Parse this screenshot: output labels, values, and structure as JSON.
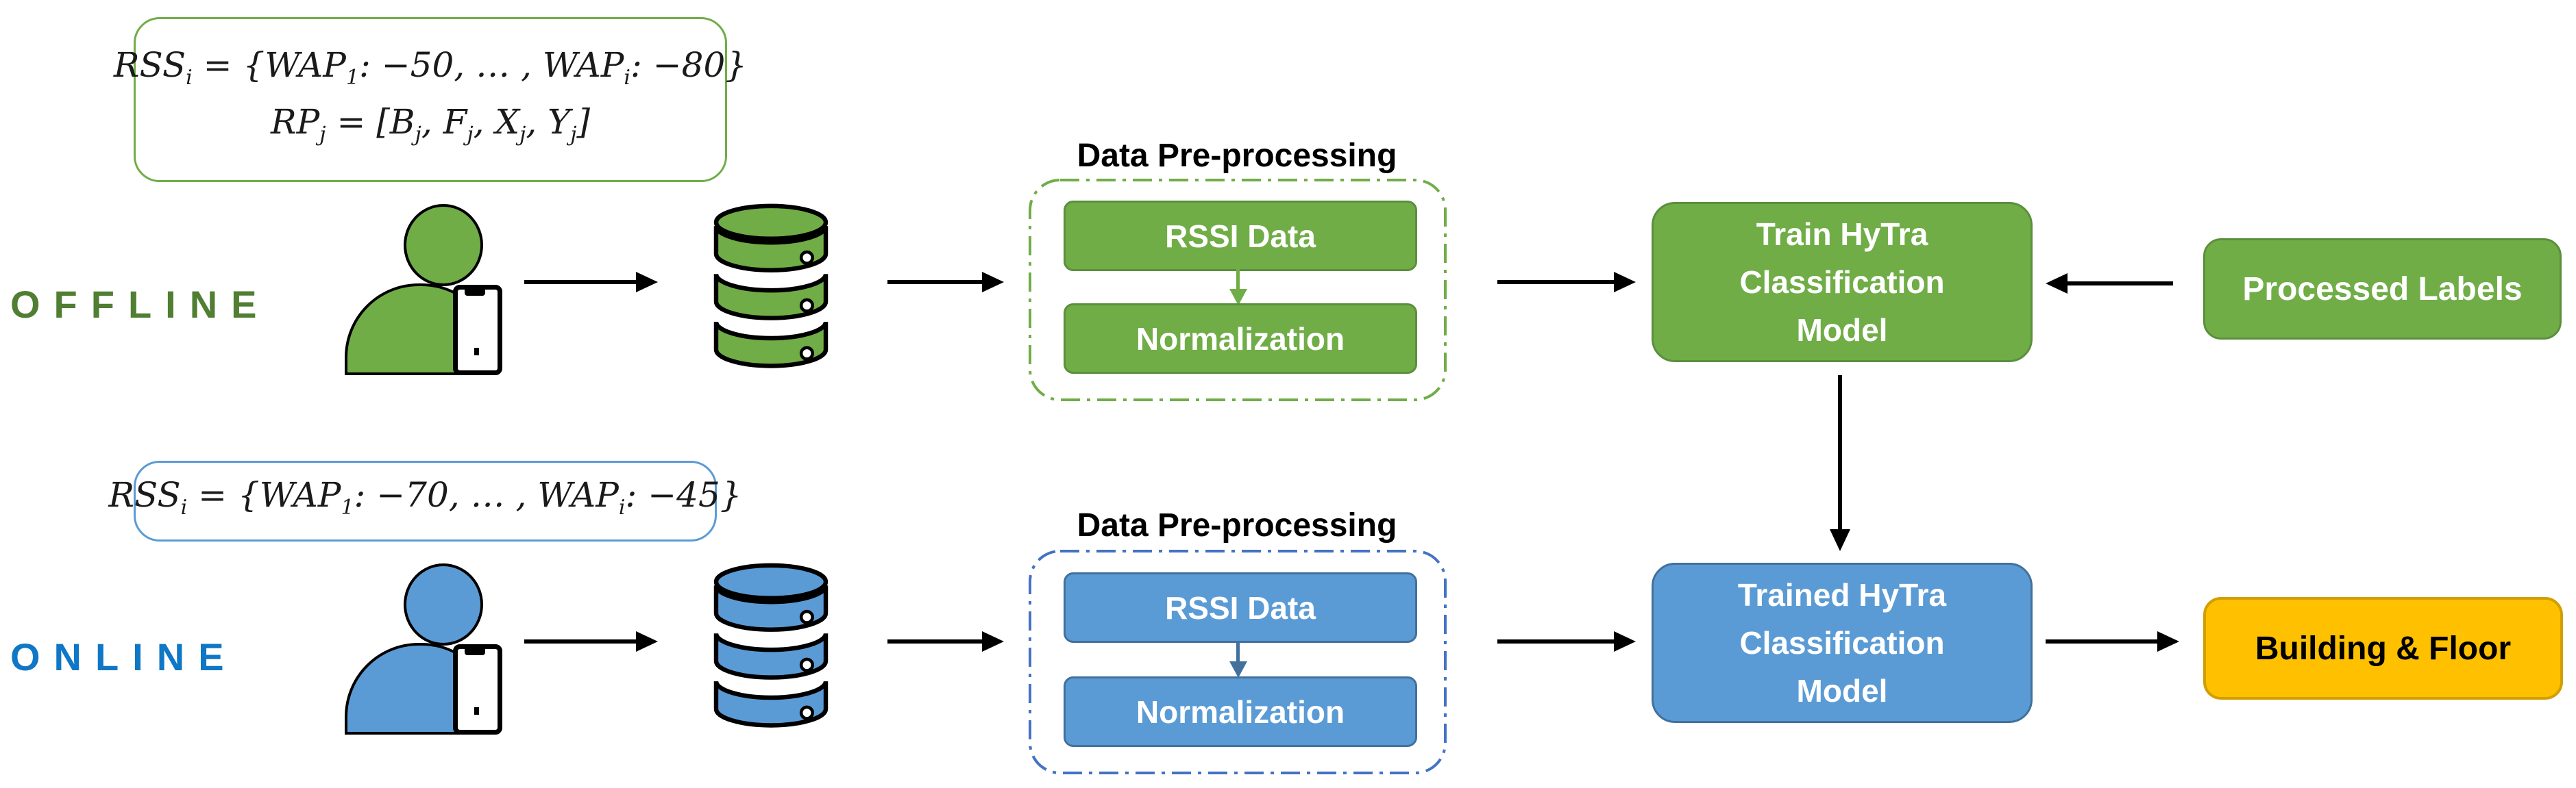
{
  "figure": {
    "description": "Two-stage (offline/online) indoor localization pipeline diagram for HyTra classification",
    "colors": {
      "green": "#70AD47",
      "green_border": "#5B8F3C",
      "green_label_text": "#507E32",
      "blue": "#5B9BD5",
      "blue_border": "#41719C",
      "blue_dash_border": "#4472C4",
      "blue_label_text": "#0F77C5",
      "orange": "#FFC000",
      "orange_border": "#D39E00",
      "arrow_black": "#000000"
    },
    "icons": {
      "person": "person-with-smartphone-icon",
      "database": "stacked-database-cylinders-icon",
      "arrow": "flow-arrow"
    }
  },
  "stages": {
    "offline": {
      "label": "OFFLINE",
      "formula": {
        "line1": [
          {
            "t": "RSS"
          },
          {
            "s": "i"
          },
          {
            "t": " = {"
          },
          {
            "t": "WAP"
          },
          {
            "s": "1"
          },
          {
            "t": ": −50, … , "
          },
          {
            "t": "WAP"
          },
          {
            "s": "i"
          },
          {
            "t": ": −80}"
          }
        ],
        "line2": [
          {
            "t": "RP"
          },
          {
            "s": "j"
          },
          {
            "t": " = ["
          },
          {
            "t": "B"
          },
          {
            "s": "j"
          },
          {
            "t": ", "
          },
          {
            "t": "F"
          },
          {
            "s": "j"
          },
          {
            "t": ", "
          },
          {
            "t": "X"
          },
          {
            "s": "j"
          },
          {
            "t": ", "
          },
          {
            "t": "Y"
          },
          {
            "s": "j"
          },
          {
            "t": "]"
          }
        ]
      },
      "preprocessing": {
        "title": "Data Pre-processing",
        "step1": "RSSI Data",
        "step2": "Normalization"
      },
      "model": {
        "lines": [
          "Train HyTra",
          "Classification",
          "Model"
        ]
      },
      "side_box": "Processed Labels"
    },
    "online": {
      "label": "ONLINE",
      "formula": {
        "line1": [
          {
            "t": "RSS"
          },
          {
            "s": "i"
          },
          {
            "t": " = {"
          },
          {
            "t": "WAP"
          },
          {
            "s": "1"
          },
          {
            "t": ": −70, … , "
          },
          {
            "t": "WAP"
          },
          {
            "s": "i"
          },
          {
            "t": ": −45}"
          }
        ]
      },
      "preprocessing": {
        "title": "Data Pre-processing",
        "step1": "RSSI Data",
        "step2": "Normalization"
      },
      "model": {
        "lines": [
          "Trained HyTra",
          "Classification",
          "Model"
        ]
      },
      "end_box": "Building & Floor"
    }
  }
}
